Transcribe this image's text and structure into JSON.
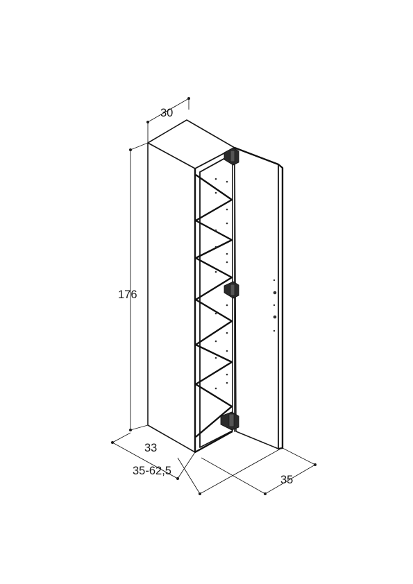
{
  "dimensions": {
    "width": "30",
    "height": "176",
    "depth": "33",
    "depth_range": "35-62,5",
    "door_width": "35"
  }
}
